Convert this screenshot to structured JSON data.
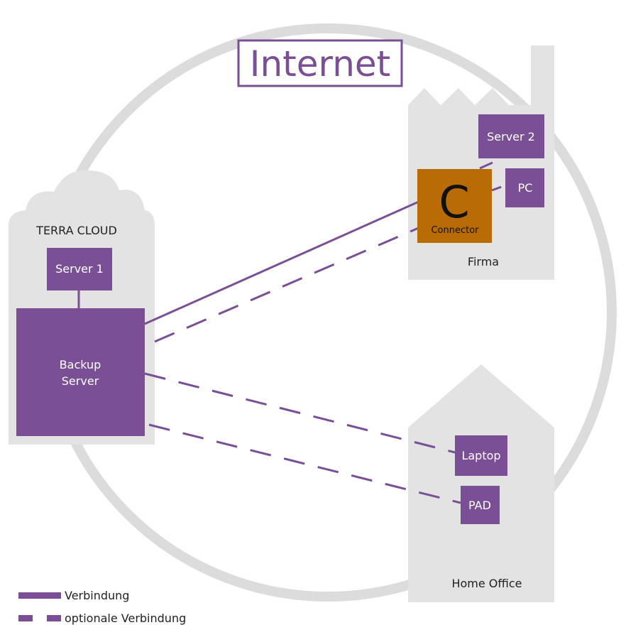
{
  "title": "Internet",
  "colors": {
    "purple": "#7a4f96",
    "gray": "#e3e3e3",
    "connector": "#b96b05",
    "white": "#ffffff",
    "dark": "#222222"
  },
  "cloud": {
    "label": "TERRA CLOUD",
    "server1": "Server 1",
    "backup_line1": "Backup",
    "backup_line2": "Server"
  },
  "firma": {
    "label": "Firma",
    "server2": "Server 2",
    "pc": "PC",
    "connector_letter": "C",
    "connector_label": "Connector"
  },
  "home_office": {
    "label": "Home Office",
    "laptop": "Laptop",
    "pad": "PAD"
  },
  "legend": {
    "solid": "Verbindung",
    "dashed": "optionale Verbindung"
  }
}
